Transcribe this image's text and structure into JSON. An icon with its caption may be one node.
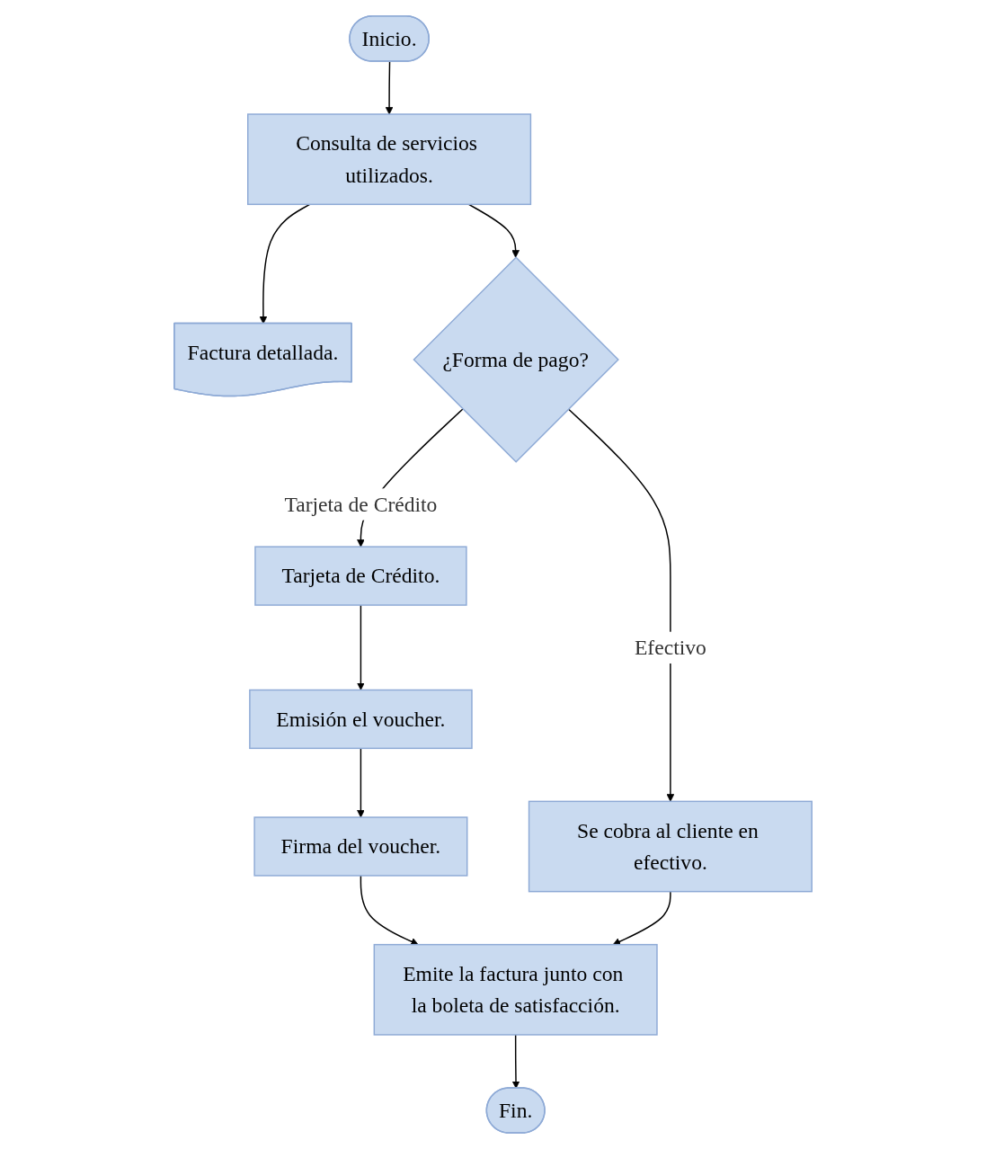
{
  "diagram": {
    "nodes": [
      {
        "text": [
          "Inicio."
        ]
      },
      {
        "text": [
          "Consulta de servicios utilizados."
        ]
      },
      {
        "text": [
          "Factura detallada."
        ]
      },
      {
        "text": [
          "¿Forma de pago?"
        ]
      },
      {
        "text": [
          "Tarjeta de Crédito."
        ]
      },
      {
        "text": [
          "Emisión el voucher."
        ]
      },
      {
        "text": [
          "Firma del voucher."
        ]
      },
      {
        "text": [
          "Se cobra al cliente en efectivo."
        ]
      },
      {
        "text": [
          "Emite la factura junto con la boleta de satisfacción."
        ]
      },
      {
        "text": [
          "Fin."
        ]
      }
    ],
    "edges": [
      {
        "from": 0,
        "to": 1,
        "arrow": "to"
      },
      {
        "from": 1,
        "to": 2,
        "arrow": "to"
      },
      {
        "from": 1,
        "to": 3,
        "arrow": "to"
      },
      {
        "from": 3,
        "to": 4,
        "label": "Tarjeta de Crédito",
        "arrow": "to"
      },
      {
        "from": 3,
        "to": 7,
        "label": "Efectivo",
        "arrow": "to"
      },
      {
        "from": 4,
        "to": 5,
        "arrow": "to"
      },
      {
        "from": 5,
        "to": 6,
        "arrow": "to"
      },
      {
        "from": 6,
        "to": 8,
        "arrow": "to"
      },
      {
        "from": 7,
        "to": 8,
        "arrow": "to"
      },
      {
        "from": 8,
        "to": 9,
        "arrow": "to"
      }
    ]
  }
}
